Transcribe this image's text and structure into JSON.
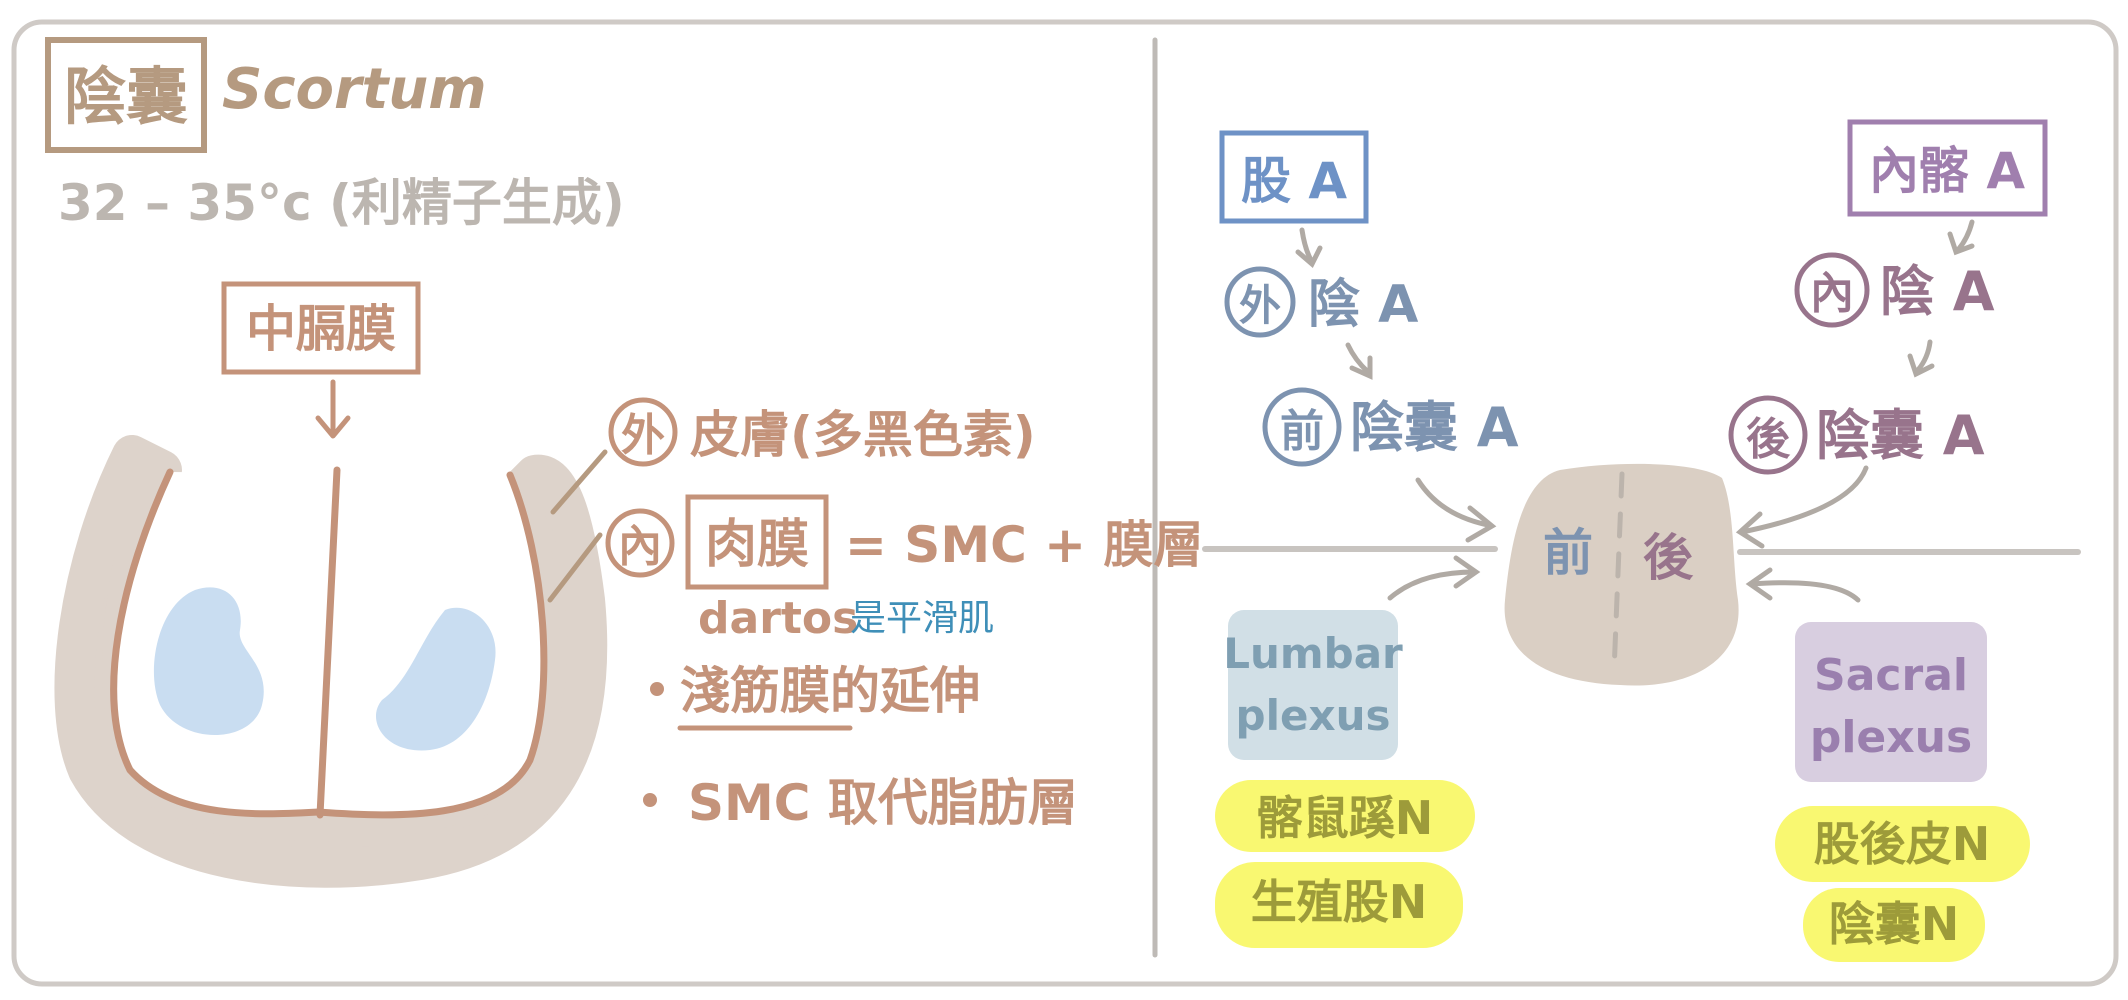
{
  "left": {
    "title_zh": "陰囊",
    "title_en": "Scortum",
    "temperature": "32 – 35°c (利精子生成)",
    "septum_label": "中膈膜",
    "outer_marker": "外",
    "outer_text": "皮膚(多黑色素)",
    "inner_marker": "內",
    "inner_box": "肉膜",
    "inner_eq": "= SMC + 膜層",
    "dartos": "dartos",
    "dartos_note": "是平滑肌",
    "bullet1": "淺筋膜的延伸",
    "bullet2": "SMC 取代脂肪層"
  },
  "right": {
    "femoral_a": "股 A",
    "ext_marker": "外",
    "ext_pudendal_a": "陰 A",
    "ant_marker": "前",
    "ant_scrotal_a": "陰囊 A",
    "internal_iliac_a": "內髂 A",
    "int_marker": "內",
    "int_pudendal_a": "陰 A",
    "post_marker": "後",
    "post_scrotal_a": "陰囊 A",
    "scrotum_front": "前",
    "scrotum_back": "後",
    "lumbar_line1": "Lumbar",
    "lumbar_line2": "plexus",
    "lumbar_n1": "髂鼠蹊N",
    "lumbar_n2": "生殖股N",
    "sacral_line1": "Sacral",
    "sacral_line2": "plexus",
    "sacral_n1": "股後皮N",
    "sacral_n2": "陰囊N"
  },
  "colors": {
    "brown": "#c4937a",
    "taupe": "#b59a80",
    "gray": "#bcb6b0",
    "blue": "#6e92c6",
    "purple": "#a07fae",
    "yellow": "#f9f871",
    "olive": "#9d9b3a"
  }
}
